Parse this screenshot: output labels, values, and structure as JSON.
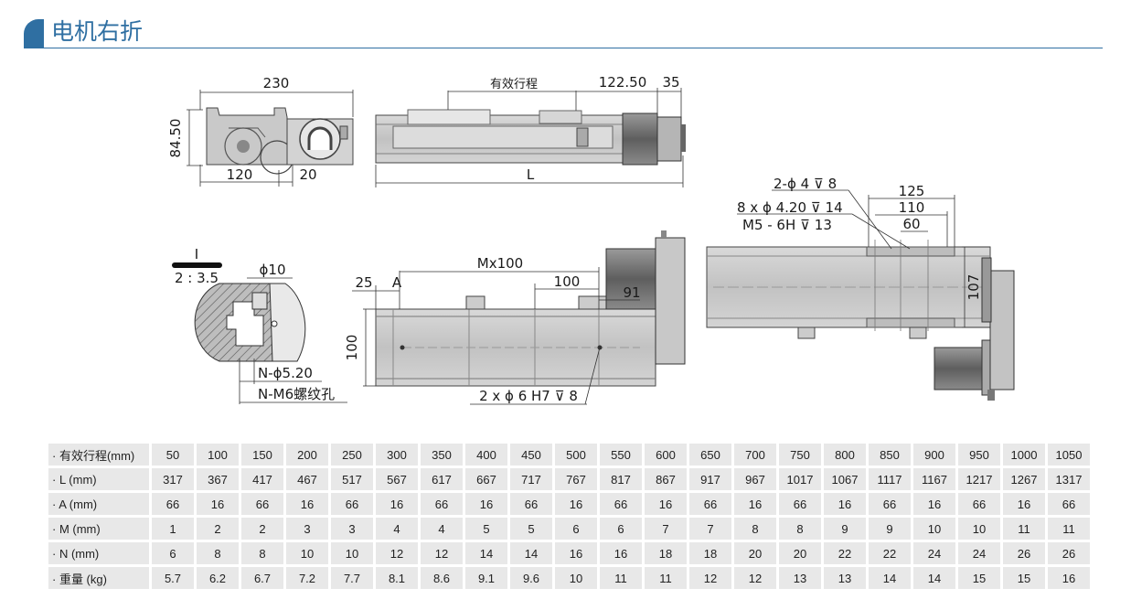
{
  "header": {
    "title": "电机右折"
  },
  "drawing": {
    "dim_230": "230",
    "dim_84_50": "84.50",
    "dim_120": "120",
    "dim_20": "20",
    "stroke_label": "有效行程",
    "dim_122_50": "122.50",
    "dim_35": "35",
    "dim_L": "L",
    "detail_label": "I",
    "detail_scale": "2 : 3.5",
    "dim_phi10": "ϕ10",
    "dim_phi520": "N-ϕ5.20",
    "dim_m6": "N-M6螺纹孔",
    "dim_25": "25",
    "dim_A": "A",
    "dim_mx100": "Mx100",
    "dim_100a": "100",
    "dim_91": "91",
    "dim_100b": "100",
    "dim_pin": "2 x ϕ 6 H7 ⊽ 8",
    "dim_hole1": "2-ϕ 4 ⊽ 8",
    "dim_hole2": "8 x ϕ 4.20 ⊽ 14",
    "dim_hole3": "M5 - 6H ⊽ 13",
    "dim_125": "125",
    "dim_110": "110",
    "dim_60": "60",
    "dim_107": "107"
  },
  "table": {
    "rows": [
      {
        "label": "· 有效行程(mm)",
        "values": [
          "50",
          "100",
          "150",
          "200",
          "250",
          "300",
          "350",
          "400",
          "450",
          "500",
          "550",
          "600",
          "650",
          "700",
          "750",
          "800",
          "850",
          "900",
          "950",
          "1000",
          "1050"
        ]
      },
      {
        "label": "· L (mm)",
        "values": [
          "317",
          "367",
          "417",
          "467",
          "517",
          "567",
          "617",
          "667",
          "717",
          "767",
          "817",
          "867",
          "917",
          "967",
          "1017",
          "1067",
          "1117",
          "1167",
          "1217",
          "1267",
          "1317"
        ]
      },
      {
        "label": "· A (mm)",
        "values": [
          "66",
          "16",
          "66",
          "16",
          "66",
          "16",
          "66",
          "16",
          "66",
          "16",
          "66",
          "16",
          "66",
          "16",
          "66",
          "16",
          "66",
          "16",
          "66",
          "16",
          "66"
        ]
      },
      {
        "label": "· M (mm)",
        "values": [
          "1",
          "2",
          "2",
          "3",
          "3",
          "4",
          "4",
          "5",
          "5",
          "6",
          "6",
          "7",
          "7",
          "8",
          "8",
          "9",
          "9",
          "10",
          "10",
          "11",
          "11"
        ]
      },
      {
        "label": "· N (mm)",
        "values": [
          "6",
          "8",
          "8",
          "10",
          "10",
          "12",
          "12",
          "14",
          "14",
          "16",
          "16",
          "18",
          "18",
          "20",
          "20",
          "22",
          "22",
          "24",
          "24",
          "26",
          "26"
        ]
      },
      {
        "label": "· 重量 (kg)",
        "values": [
          "5.7",
          "6.2",
          "6.7",
          "7.2",
          "7.7",
          "8.1",
          "8.6",
          "9.1",
          "9.6",
          "10",
          "11",
          "11",
          "12",
          "12",
          "13",
          "13",
          "14",
          "14",
          "15",
          "15",
          "16"
        ]
      }
    ]
  }
}
